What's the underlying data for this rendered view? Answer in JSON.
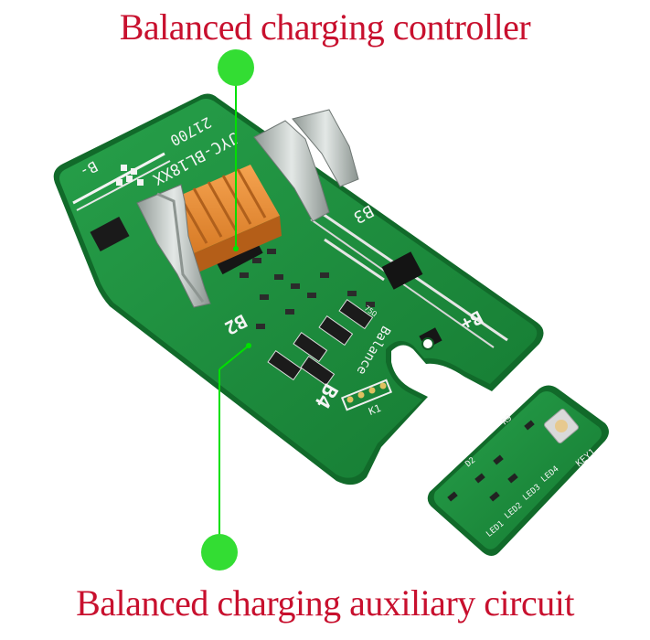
{
  "captions": {
    "top": "Balanced charging controller",
    "bottom": "Balanced charging auxiliary circuit"
  },
  "colors": {
    "caption_text": "#c8102e",
    "pointer_line": "#00e000",
    "pointer_dot": "#33dd33",
    "pcb_green": "#1f8a3c",
    "pcb_edge": "#116a2a",
    "connector_orange": "#e8923a",
    "silkscreen": "#f4f4f4",
    "tab_metal": "#c7cfcc"
  },
  "board_text": {
    "model": "JYC-BL18XX",
    "size": "21700",
    "b_minus": "B-",
    "b_plus": "B+",
    "b2": "B2",
    "b3": "B3",
    "b4": "B4",
    "balance": "Balance",
    "header": "K1",
    "resistor_value": "75Ω"
  },
  "indicator_board_text": {
    "key": "KEY1",
    "leds": [
      "LED1",
      "LED2",
      "LED3",
      "LED4"
    ],
    "d2": "D2",
    "r9": "R9"
  }
}
